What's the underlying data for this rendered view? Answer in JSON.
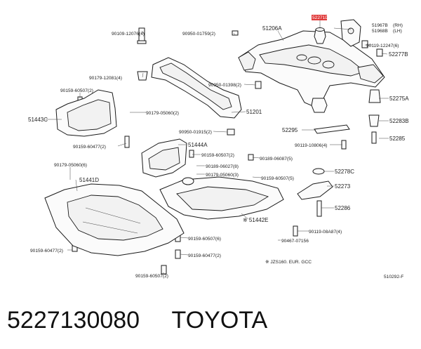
{
  "diagram": {
    "labels": {
      "p90109_12076": "90109-12076(4)",
      "p90950_01759": "90950-01759(2)",
      "p51206A": "51206A",
      "p52271D": "52271D",
      "p51967B": "51967B",
      "p51968B": "51968B",
      "rh": "(RH)",
      "lh": "(LH)",
      "p90119_12247": "90119-12247(6)",
      "p52277B": "52277B",
      "p90179_12081": "90179-12081(4)",
      "p90950_01398": "90950-01398(2)",
      "p90159_60507_a": "90159-60507(2)",
      "p52275A": "52275A",
      "p51443C": "51443C",
      "p90179_05060_2": "90179-05060(2)",
      "p51201": "51201",
      "p52283B": "52283B",
      "p90950_01915": "90950-01915(2)",
      "p52295": "52295",
      "p52285": "52285",
      "p90159_60477_a": "90159-60477(2)",
      "p51444A": "51444A",
      "p90119_10806": "90119-10806(4)",
      "p90159_60507_b": "90159-60507(2)",
      "p90189_06087": "90189-06087(5)",
      "p90179_05060_6": "90179-05060(6)",
      "p90189_06027": "90189-06027(8)",
      "p52278C": "52278C",
      "p90179_05060_3": "90179-05060(3)",
      "p90159_60507_5": "90159-60507(5)",
      "p51441D": "51441D",
      "p52273": "52273",
      "p52286": "52286",
      "p51442E": "※ 51442E",
      "p90119_08487": "90119-08A87(4)",
      "p90159_60507_6": "90159-60507(6)",
      "p90467_07156": "90467-07156",
      "p90159_60477_b": "90159-60477(2)",
      "p90159_60477_c": "90159-60477(2)",
      "note": "※ JZS160. EUR. GCC",
      "p90159_60507_c": "90159-60507(2)",
      "figure_id": "510292-F"
    }
  },
  "caption": {
    "part_number": "5227130080",
    "brand": "TOYOTA"
  },
  "colors": {
    "highlight": "#e03a3a",
    "line": "#1a1a1a"
  }
}
